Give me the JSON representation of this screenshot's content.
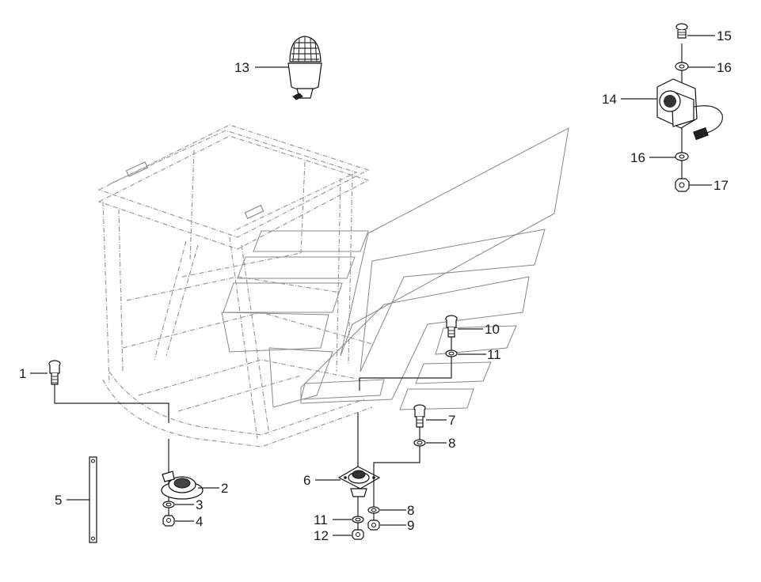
{
  "labels": [
    {
      "id": "1",
      "text": "1"
    },
    {
      "id": "2",
      "text": "2"
    },
    {
      "id": "3",
      "text": "3"
    },
    {
      "id": "4",
      "text": "4"
    },
    {
      "id": "5",
      "text": "5"
    },
    {
      "id": "6",
      "text": "6"
    },
    {
      "id": "7",
      "text": "7"
    },
    {
      "id": "8a",
      "text": "8"
    },
    {
      "id": "8b",
      "text": "8"
    },
    {
      "id": "9",
      "text": "9"
    },
    {
      "id": "10",
      "text": "10"
    },
    {
      "id": "11a",
      "text": "11"
    },
    {
      "id": "11b",
      "text": "11"
    },
    {
      "id": "12",
      "text": "12"
    },
    {
      "id": "13",
      "text": "13"
    },
    {
      "id": "14",
      "text": "14"
    },
    {
      "id": "15",
      "text": "15"
    },
    {
      "id": "16a",
      "text": "16"
    },
    {
      "id": "16b",
      "text": "16"
    },
    {
      "id": "17",
      "text": "17"
    }
  ]
}
